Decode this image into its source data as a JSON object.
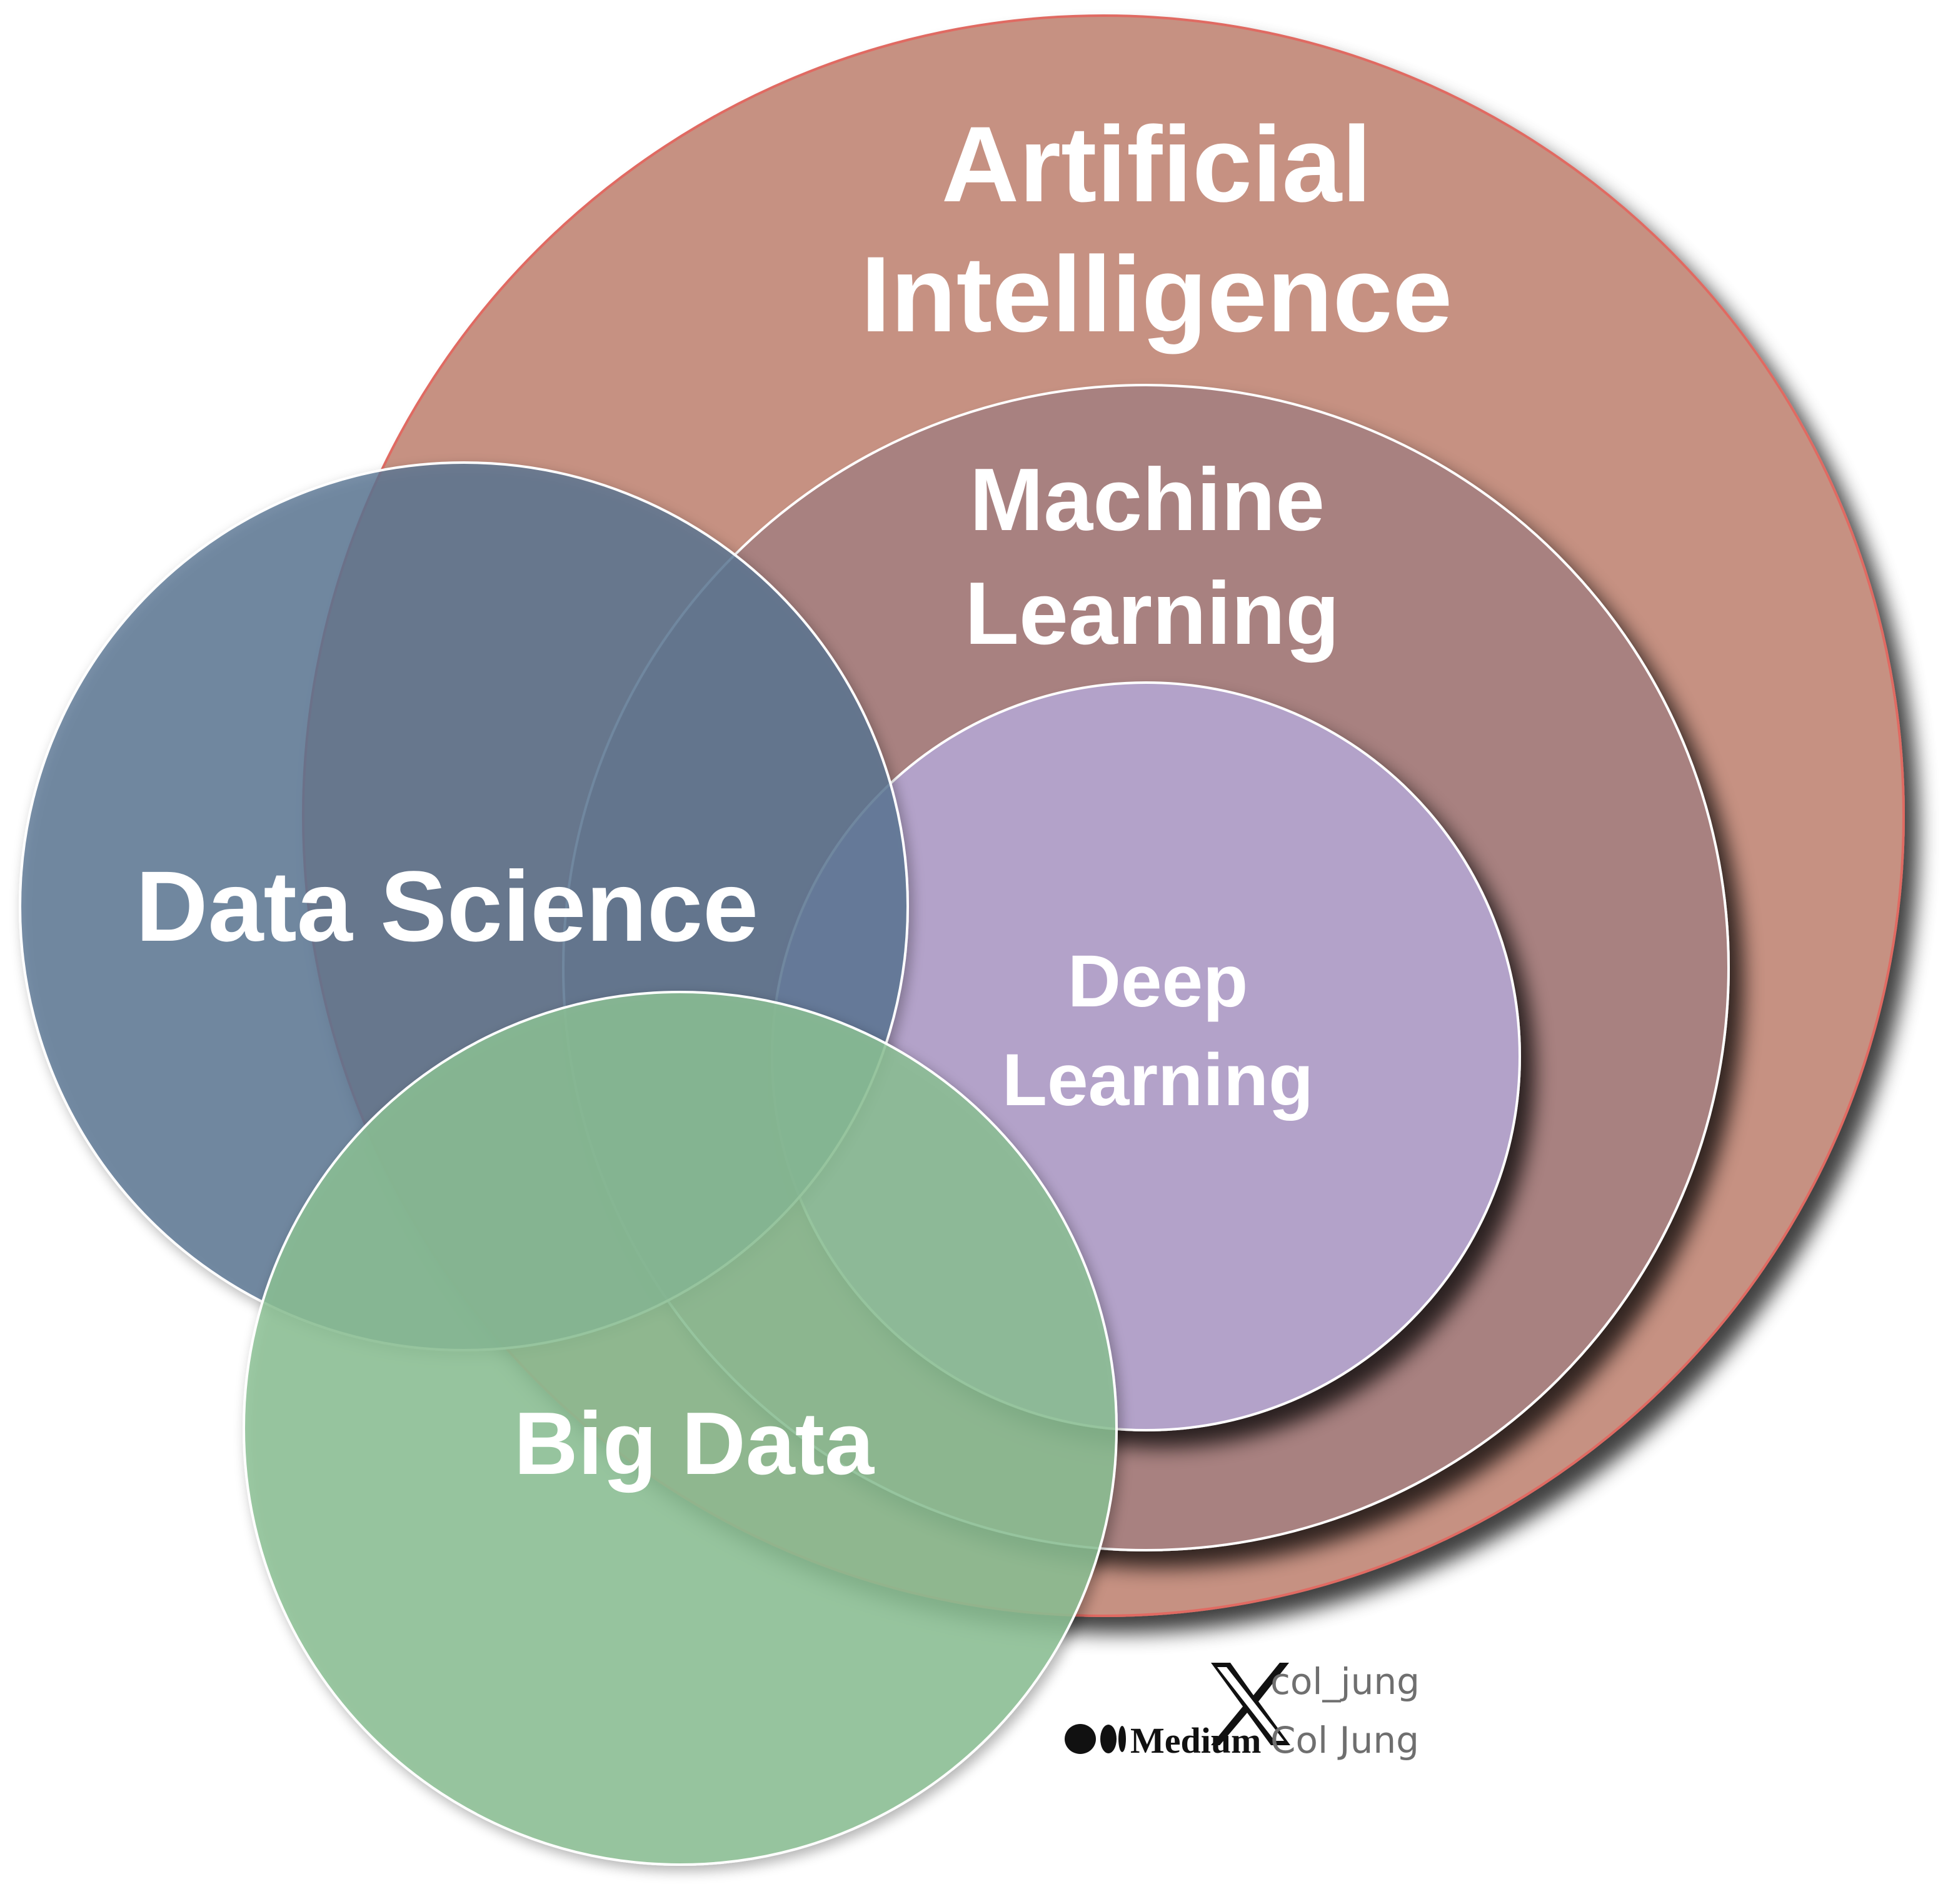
{
  "diagram": {
    "labels": {
      "ai_line1": "Artificial",
      "ai_line2": "Intelligence",
      "ml_line1": "Machine",
      "ml_line2": "Learning",
      "dl_line1": "Deep",
      "dl_line2": "Learning",
      "data_science": "Data Science",
      "big_data": "Big Data"
    },
    "colors": {
      "artificial_intelligence": "#c69182",
      "artificial_intelligence_outline": "#e06a62",
      "machine_learning": "#a88180",
      "deep_learning": "#b3a2c9",
      "data_science": "#5a7593",
      "big_data": "#8bc195"
    }
  },
  "credits": {
    "x_handle": "col_jung",
    "x_icon": "x-logo-icon",
    "medium_brand": "Medium",
    "medium_icon": "medium-logo-icon",
    "medium_author": "Col Jung"
  }
}
